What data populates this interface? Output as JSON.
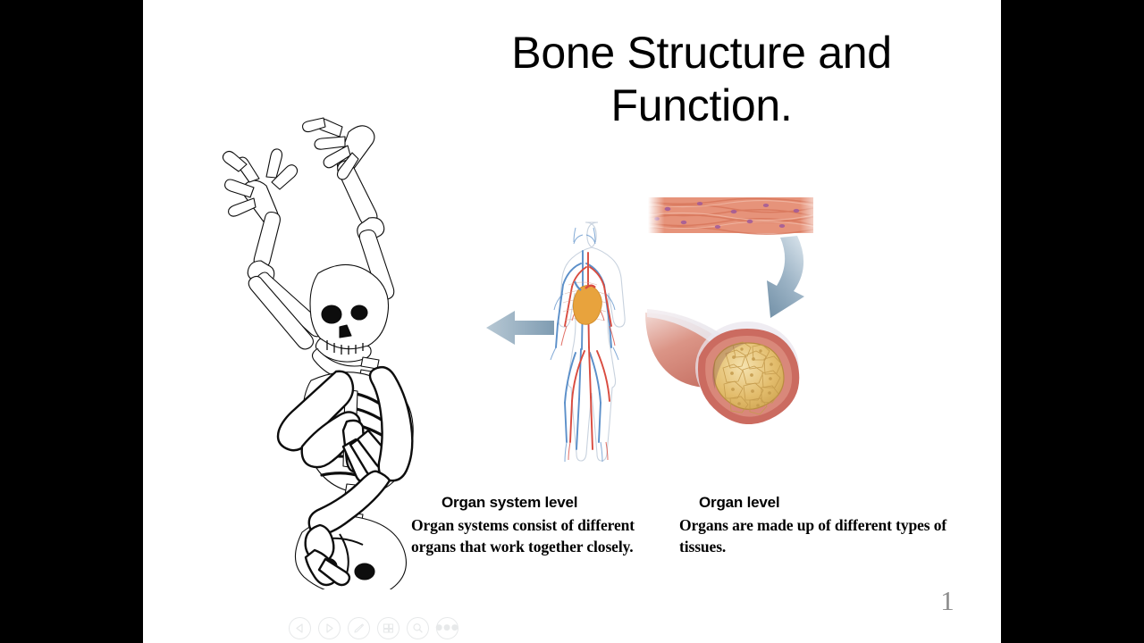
{
  "viewer": {
    "background_color": "#000000",
    "slide_background_color": "#ffffff"
  },
  "slide": {
    "title": "Bone Structure and Function.",
    "page_number": "1",
    "page_number_color": "#8c8c8c",
    "figures": [
      {
        "name": "skeleton-illustration",
        "description": "Black and white line drawing of a dancing human skeleton with arms raised",
        "line_color": "#000000"
      },
      {
        "name": "circulatory-body-illustration",
        "description": "Human body showing the circulatory system with red arteries, blue veins and an orange heart",
        "artery_color": "#d94b3f",
        "vein_color": "#5b8fc9",
        "heart_color": "#e8a33d"
      },
      {
        "name": "muscle-tissue-illustration",
        "description": "Band of salmon coloured muscle tissue fibers with purple nuclei",
        "fiber_color": "#e08a6e",
        "nucleus_color": "#a05a9a"
      },
      {
        "name": "blood-vessel-cross-section-illustration",
        "description": "Cut away blood vessel showing golden epithelial lining inside a red muscular wall",
        "lining_color": "#e0b765",
        "wall_color": "#cb6b60"
      }
    ],
    "arrows": [
      {
        "name": "arrow-to-skeleton",
        "direction": "left",
        "color": "#8fa9bd"
      },
      {
        "name": "arrow-to-vessel",
        "direction": "curved-down-left",
        "color": "#8fa9bd"
      }
    ],
    "captions": [
      {
        "heading": "Organ system level",
        "body": "Organ systems consist of different organs that work together closely."
      },
      {
        "heading": "Organ level",
        "body": "Organs are made up of different types of tissues."
      }
    ]
  },
  "toolbar": {
    "buttons": [
      {
        "name": "previous-slide-button",
        "icon": "triangle-left-icon",
        "label": "Previous"
      },
      {
        "name": "next-slide-button",
        "icon": "triangle-right-icon",
        "label": "Next"
      },
      {
        "name": "pen-tool-button",
        "icon": "pen-icon",
        "label": "Pen"
      },
      {
        "name": "slides-grid-button",
        "icon": "grid-icon",
        "label": "Slides"
      },
      {
        "name": "zoom-button",
        "icon": "magnifier-icon",
        "label": "Zoom"
      },
      {
        "name": "more-options-button",
        "icon": "ellipsis-icon",
        "label": "More options"
      }
    ],
    "icon_color": "#e7e9ea"
  }
}
